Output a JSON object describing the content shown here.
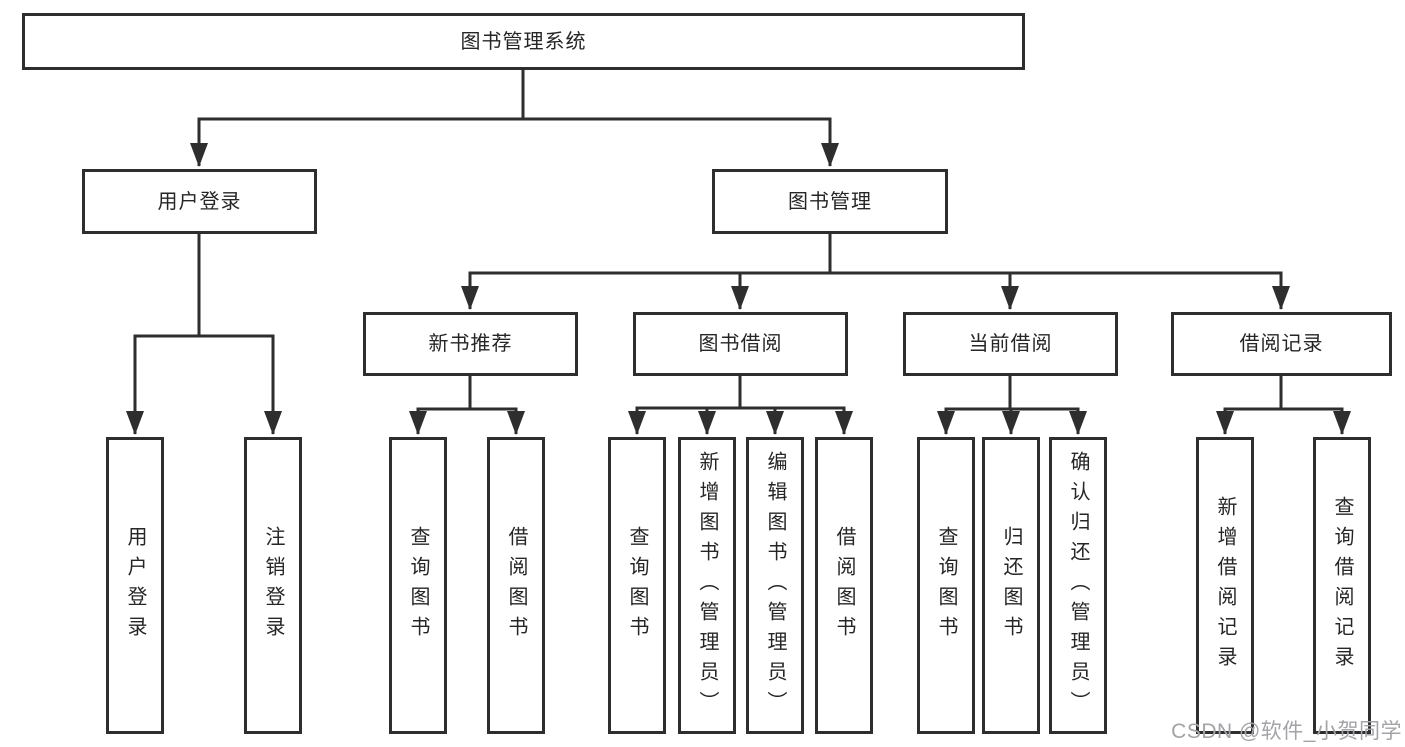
{
  "diagram": {
    "root": {
      "label": "图书管理系统"
    },
    "branches": [
      {
        "label": "用户登录",
        "leaves": [
          {
            "label": "用户登录"
          },
          {
            "label": "注销登录"
          }
        ]
      },
      {
        "label": "图书管理",
        "children": [
          {
            "label": "新书推荐",
            "leaves": [
              {
                "label": "查询图书"
              },
              {
                "label": "借阅图书"
              }
            ]
          },
          {
            "label": "图书借阅",
            "leaves": [
              {
                "label": "查询图书"
              },
              {
                "label": "新增图书（管理员）"
              },
              {
                "label": "编辑图书（管理员）"
              },
              {
                "label": "借阅图书"
              }
            ]
          },
          {
            "label": "当前借阅",
            "leaves": [
              {
                "label": "查询图书"
              },
              {
                "label": "归还图书"
              },
              {
                "label": "确认归还（管理员）"
              }
            ]
          },
          {
            "label": "借阅记录",
            "leaves": [
              {
                "label": "新增借阅记录"
              },
              {
                "label": "查询借阅记录"
              }
            ]
          }
        ]
      }
    ]
  },
  "watermark": {
    "text": "CSDN @软件_小贺同学"
  },
  "colors": {
    "line": "#2e2e2e",
    "text": "#262626",
    "box_background": "#ffffff",
    "page_background": "#ffffff",
    "watermark": "#a3a3a8"
  }
}
